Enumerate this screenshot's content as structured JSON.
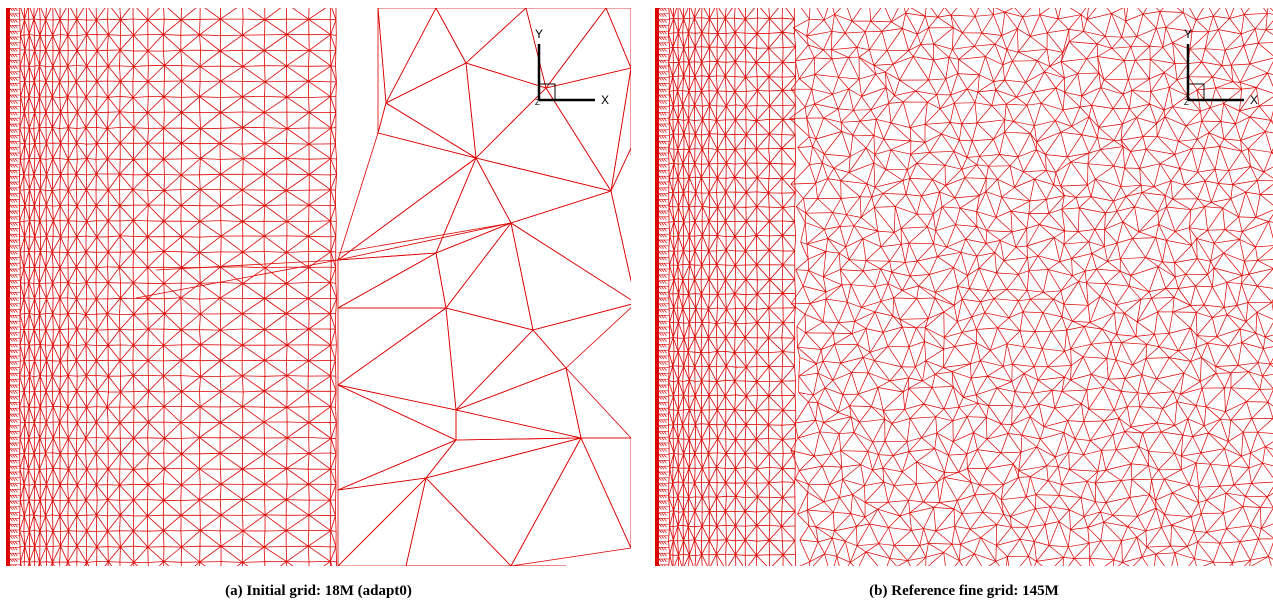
{
  "panels": [
    {
      "id": "a",
      "caption": "(a) Initial grid: 18M (adapt0)",
      "axis_labels": {
        "x": "X",
        "y": "Y",
        "z": "Z"
      },
      "mesh_color": "#dd0000"
    },
    {
      "id": "b",
      "caption": "(b) Reference fine grid: 145M",
      "axis_labels": {
        "x": "X",
        "y": "Y",
        "z": "Z"
      },
      "mesh_color": "#dd0000"
    }
  ]
}
